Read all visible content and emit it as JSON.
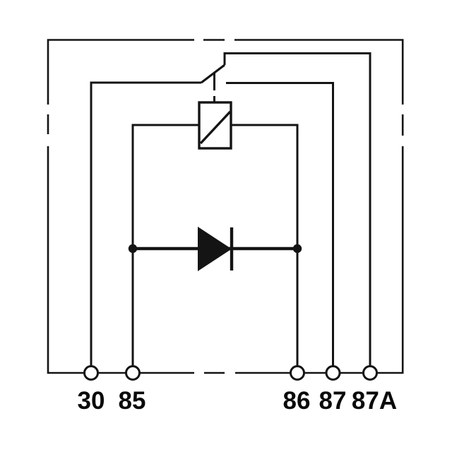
{
  "schematic": {
    "kind": "automotive-relay-circuit-diagram",
    "colors": {
      "line": "#141414",
      "label_text": "#0a0a0a",
      "background": "#ffffff"
    },
    "terminals": [
      {
        "id": "30",
        "label": "30"
      },
      {
        "id": "85",
        "label": "85"
      },
      {
        "id": "86",
        "label": "86"
      },
      {
        "id": "87",
        "label": "87"
      },
      {
        "id": "87A",
        "label": "87A"
      }
    ],
    "components": [
      {
        "name": "relay-enclosure",
        "symbol": "dashed-rectangle"
      },
      {
        "name": "relay-coil",
        "symbol": "rectangle-with-diagonal"
      },
      {
        "name": "changeover-switch",
        "symbol": "armature-contact"
      },
      {
        "name": "flyback-diode",
        "symbol": "triangle-with-cathode-bar"
      }
    ]
  }
}
